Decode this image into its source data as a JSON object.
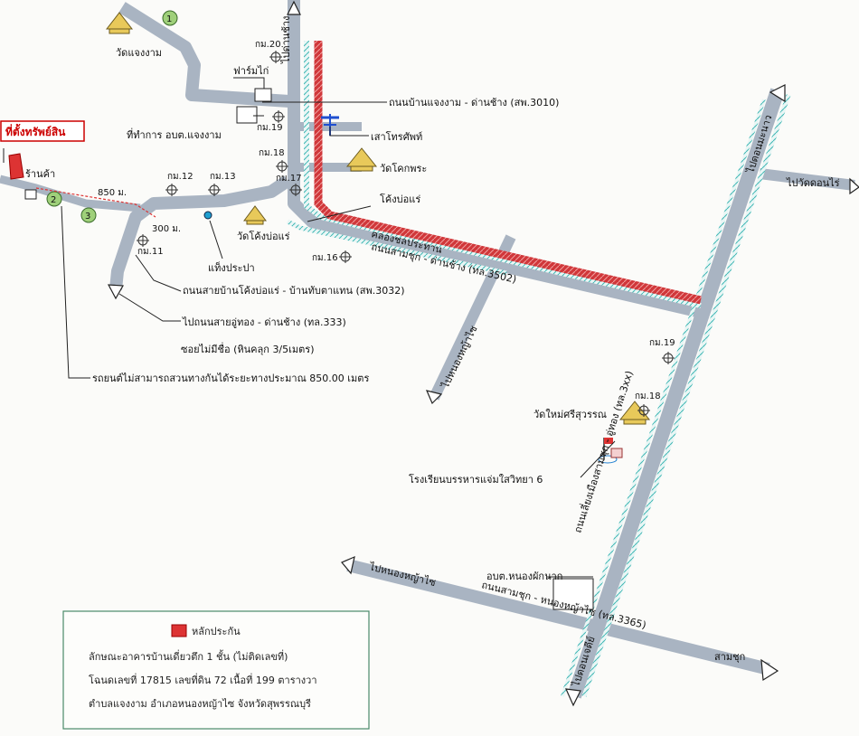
{
  "colors": {
    "road": "#a9b4c2",
    "road_edge": "#8e99a8",
    "canal": "#d0373a",
    "water": "#3fb7b4",
    "label_line": "#222222",
    "temple": "#e8c95a",
    "badge": "#9fd07a",
    "property": "#d33"
  },
  "labels": {
    "property_title": "ที่ตั้งทรัพย์สิน",
    "shop": "ร้านค้า",
    "dist_850": "850 ม.",
    "dist_300": "300 ม.",
    "wat_chaengngam": "วัดแจงงาม",
    "farm": "ฟาร์มไก่",
    "obt_office": "ที่ทำการ อบต.แจงงาม",
    "road_3010": "ถนนบ้านแจงงาม - ด่านช้าง (สพ.3010)",
    "phone_pole": "เสาโทรศัพท์",
    "wat_khokphra": "วัดโคกพระ",
    "khong_bo_rae": "โค้งบ่อแร่",
    "wat_khong_bo_rae": "วัดโค้งบ่อแร่",
    "water_tank": "แท็งประปา",
    "road_3032": "ถนนสายบ้านโค้งบ่อแร่ - บ้านทับตาแทน (สพ.3032)",
    "road_333": "ไปถนนสายอู่ทอง - ด่านช้าง (ทล.333)",
    "soi_unnamed": "ซอยไม่มีชื่อ (หินคลุก 3/5เมตร)",
    "car_note": "รถยนต์ไม่สามารถสวนทางกันได้ระยะทางประมาณ 850.00 เมตร",
    "to_dan_chang": "ไปด่านช้าง",
    "canal_name": "คลองชลประทาน",
    "road_3502": "ถนนสามชุก - ด่านช้าง (ทล.3502)",
    "to_nong_ya_sai_1": "ไปหนองหญ้าไซ",
    "to_don_ma_nao": "ไปดอนมะนาว",
    "to_wat_don_sai": "ไปวัดดอนไร่",
    "wat_mai": "วัดใหม่ศรีสุวรรณ",
    "school": "โรงเรียนบรรหารแจ่มใสวิทยา 6",
    "road_u_thong": "ถนนเลี่ยงเมืองสามชุก - อู่ทอง (ทล.3xx)",
    "obt_nong_phak": "อบต.หนองผักนาก",
    "road_3365": "ถนนสามชุก - หนองหญ้าไซ (ทล.3365)",
    "to_nong_ya_sai_2": "ไปหนองหญ้าไซ",
    "sam_chuk": "สามชุก",
    "to_don_chedi": "ไปดอนเจดีย์"
  },
  "km": {
    "k20": "กม.20",
    "k19a": "กม.19",
    "k18a": "กม.18",
    "k17": "กม.17",
    "k16": "กม.16",
    "k13": "กม.13",
    "k12": "กม.12",
    "k11": "กม.11",
    "k19b": "กม.19",
    "k18b": "กม.18"
  },
  "badges": {
    "b1": "1",
    "b2": "2",
    "b3": "3"
  },
  "legend": {
    "collateral": "หลักประกัน",
    "line1": "ลักษณะอาคารบ้านเดี่ยวตึก 1 ชั้น (ไม่ติดเลขที่)",
    "line2": "โฉนดเลขที่ 17815 เลขที่ดิน 72 เนื้อที่ 199 ตารางวา",
    "line3": "ตำบลแจงงาม อำเภอหนองหญ้าไซ จังหวัดสุพรรณบุรี"
  }
}
